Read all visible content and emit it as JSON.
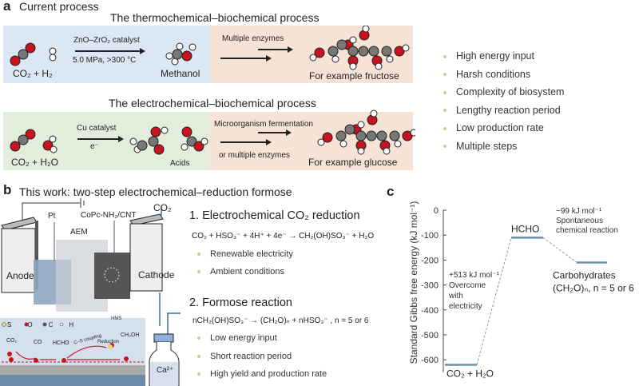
{
  "panel_a": {
    "letter": "a",
    "heading": "Current process",
    "thermo": {
      "title": "The thermochemical–biochemical process",
      "reactants": "CO₂ + H₂",
      "catalyst": "ZnO–ZrO₂ catalyst",
      "conditions": "5.0 MPa, >300 °C",
      "intermediate": "Methanol",
      "step2": "Multiple enzymes",
      "product": "For example fructose"
    },
    "electro": {
      "title": "The electrochemical–biochemical process",
      "reactants": "CO₂ + H₂O",
      "catalyst": "Cu catalyst",
      "electron": "e⁻",
      "intermediate": "Acids",
      "step2_top": "Microorganism fermentation",
      "step2_bottom": "or multiple enzymes",
      "product": "For example glucose"
    },
    "drawbacks": [
      "High energy input",
      "Harsh conditions",
      "Complexity of biosystem",
      "Lengthy reaction period",
      "Low production rate",
      "Multiple steps"
    ]
  },
  "panel_b": {
    "letter": "b",
    "heading": "This work: two-step electrochemical–reduction formose",
    "cell": {
      "anode": "Anode",
      "cathode": "Cathode",
      "pt": "Pt",
      "aem": "AEM",
      "catalyst": "CoPc-NH₂/CNT",
      "co2_in": "CO₂",
      "bottle": "Ca²⁺"
    },
    "legend": [
      "S",
      "O",
      "C",
      "H"
    ],
    "mechanism": {
      "co2": "CO₂",
      "co": "CO",
      "hcho": "HCHO",
      "coupling": "C–S coupling",
      "hms": "HMS",
      "ch3oh": "CH₃OH",
      "reduction": "Reduction"
    },
    "step1": {
      "title": "1. Electrochemical CO₂ reduction",
      "equation": "CO₂ + HSO₃⁻ + 4H⁺ + 4e⁻ → CH₂(OH)SO₃⁻ + H₂O",
      "bullets": [
        "Renewable electricity",
        "Ambient conditions"
      ]
    },
    "step2": {
      "title": "2. Formose reaction",
      "equation": "nCH₂(OH)SO₃⁻ → (CH₂O)ₙ + nHSO₃⁻ , n = 5 or 6",
      "bullets": [
        "Low energy input",
        "Short reaction period",
        "High yield and production rate"
      ]
    }
  },
  "panel_c": {
    "letter": "c",
    "chart_data": {
      "type": "line",
      "ylabel": "Standard Gibbs free energy (kJ mol⁻¹)",
      "ylim": [
        -650,
        0
      ],
      "yticks": [
        0,
        -100,
        -200,
        -300,
        -400,
        -500,
        -600
      ],
      "ytick_labels": [
        "0",
        "-100",
        "-200",
        "-300",
        "-400",
        "-500",
        "-600"
      ],
      "levels": [
        {
          "label": "CO₂ + H₂O",
          "value": -620
        },
        {
          "label": "HCHO",
          "value": -110
        },
        {
          "label": "Carbohydrates",
          "label2": "(CH₂O)ₙ, n = 5 or 6",
          "value": -210
        }
      ],
      "annotations": [
        {
          "lines": [
            "+513 kJ mol⁻¹",
            "Overcome",
            "with",
            "electricity"
          ]
        },
        {
          "lines": [
            "−99 kJ mol⁻¹",
            "Spontaneous",
            "chemical reaction"
          ]
        }
      ],
      "level_color": "#6b8fa6",
      "grid": false
    }
  },
  "colors": {
    "blue_bg": "#dbe7f2",
    "peach_bg": "#f7e2d6",
    "green_bg": "#e2eedb",
    "oxygen": "#c8141e",
    "carbon": "#777777",
    "bullet": "#d4c79a"
  }
}
